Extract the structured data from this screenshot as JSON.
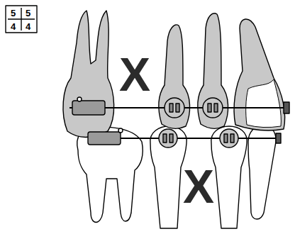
{
  "diagram": {
    "labels": [
      "5",
      "5",
      "4",
      "4",
      "X",
      "X"
    ]
  }
}
